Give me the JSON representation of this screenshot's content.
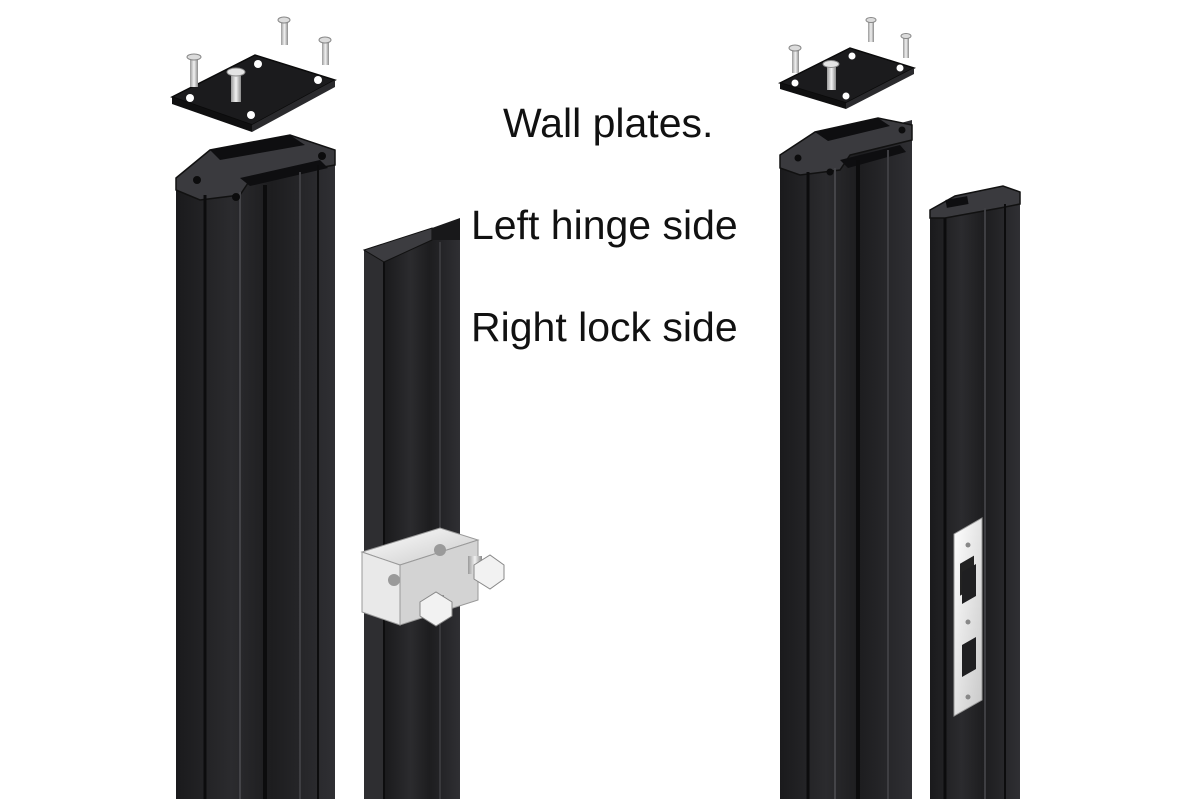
{
  "captions": {
    "line1": "Wall plates.",
    "line2": "Left hinge side",
    "line3": "Right lock side"
  },
  "colors": {
    "background": "#ffffff",
    "profile_dark": "#1b1b1d",
    "profile_mid": "#2a2a2d",
    "profile_light": "#3a3a3e",
    "metal": "#e6e6e6",
    "text": "#111111"
  },
  "objects": [
    "left-hinge-post",
    "left-wall-plate",
    "left-hinge-channel",
    "hinge-bracket",
    "right-lock-post",
    "right-wall-plate",
    "right-lock-channel",
    "strike-plate"
  ]
}
